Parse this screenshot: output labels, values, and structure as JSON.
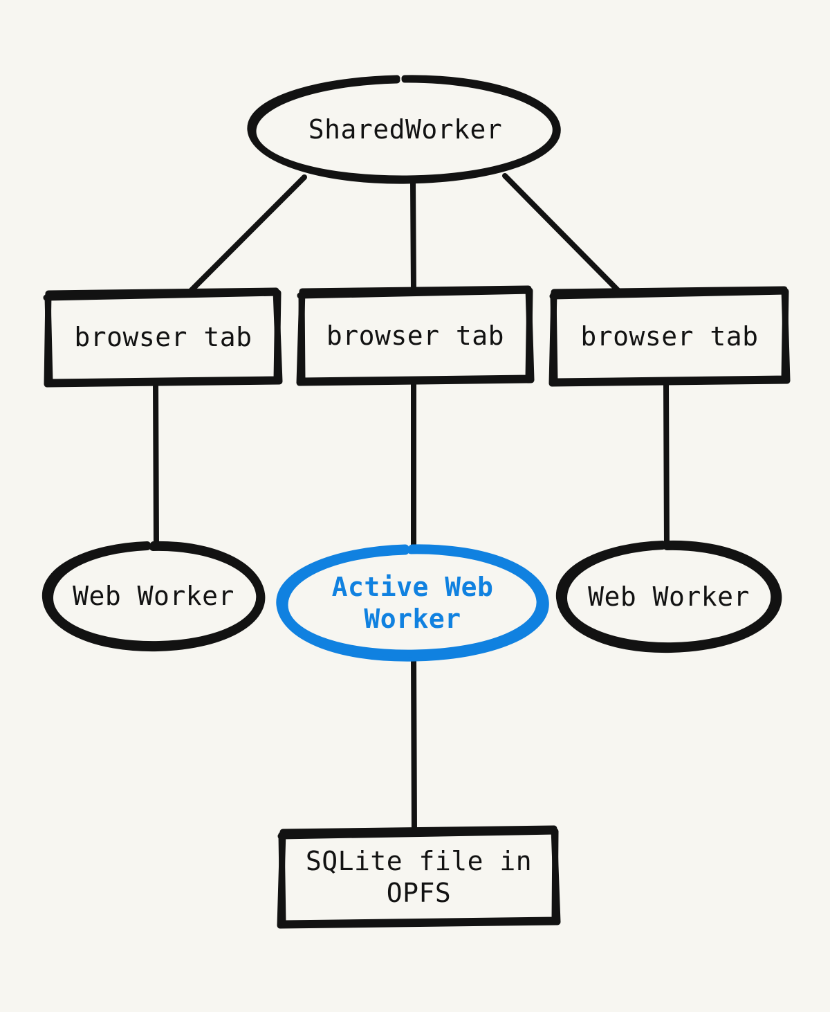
{
  "diagram": {
    "title": "SharedWorker / browser tab / Web Worker / OPFS architecture",
    "background_color": "#f7f6f1",
    "stroke_color": "#121212",
    "accent_color": "#1081e0",
    "style": "hand-drawn",
    "nodes": {
      "shared_worker": {
        "label": "SharedWorker",
        "shape": "ellipse",
        "color": "#121212"
      },
      "browser_tab_left": {
        "label": "browser tab",
        "shape": "rectangle",
        "color": "#121212"
      },
      "browser_tab_middle": {
        "label": "browser tab",
        "shape": "rectangle",
        "color": "#121212"
      },
      "browser_tab_right": {
        "label": "browser tab",
        "shape": "rectangle",
        "color": "#121212"
      },
      "web_worker_left": {
        "label": "Web Worker",
        "shape": "ellipse",
        "color": "#121212"
      },
      "active_web_worker": {
        "label": "Active Web\nWorker",
        "shape": "ellipse",
        "color": "#1081e0"
      },
      "web_worker_right": {
        "label": "Web Worker",
        "shape": "ellipse",
        "color": "#121212"
      },
      "sqlite_file": {
        "label": "SQLite file in\nOPFS",
        "shape": "rectangle",
        "color": "#121212"
      }
    },
    "edges": [
      {
        "from": "shared_worker",
        "to": "browser_tab_left"
      },
      {
        "from": "shared_worker",
        "to": "browser_tab_middle"
      },
      {
        "from": "shared_worker",
        "to": "browser_tab_right"
      },
      {
        "from": "browser_tab_left",
        "to": "web_worker_left"
      },
      {
        "from": "browser_tab_middle",
        "to": "active_web_worker"
      },
      {
        "from": "browser_tab_right",
        "to": "web_worker_right"
      },
      {
        "from": "active_web_worker",
        "to": "sqlite_file"
      }
    ]
  }
}
